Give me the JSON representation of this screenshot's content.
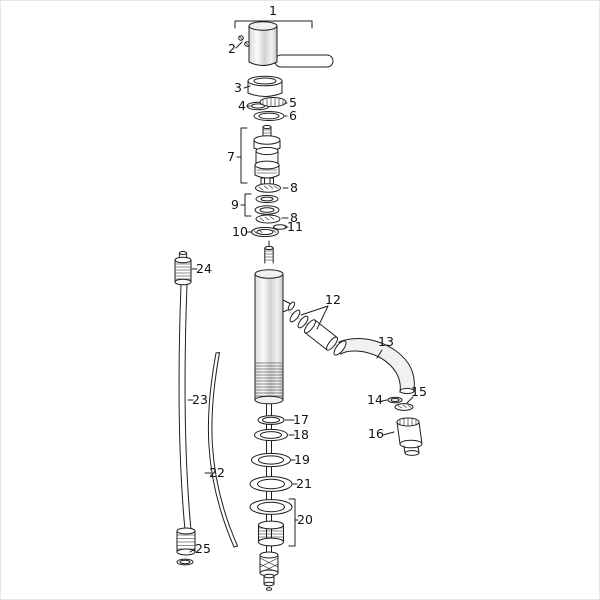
{
  "page": {
    "background": "#ffffff",
    "line_color": "#1f1f1f",
    "border_color": "#e6e6e6"
  },
  "diagram": {
    "type": "exploded-parts-diagram",
    "subject": "single-lever faucet spare parts",
    "part_count": 25,
    "labels": [
      "1",
      "2",
      "3",
      "4",
      "5",
      "6",
      "7",
      "8",
      "9",
      "8",
      "10",
      "11",
      "12",
      "13",
      "14",
      "15",
      "16",
      "17",
      "18",
      "19",
      "21",
      "20",
      "22",
      "23",
      "24",
      "25"
    ]
  }
}
